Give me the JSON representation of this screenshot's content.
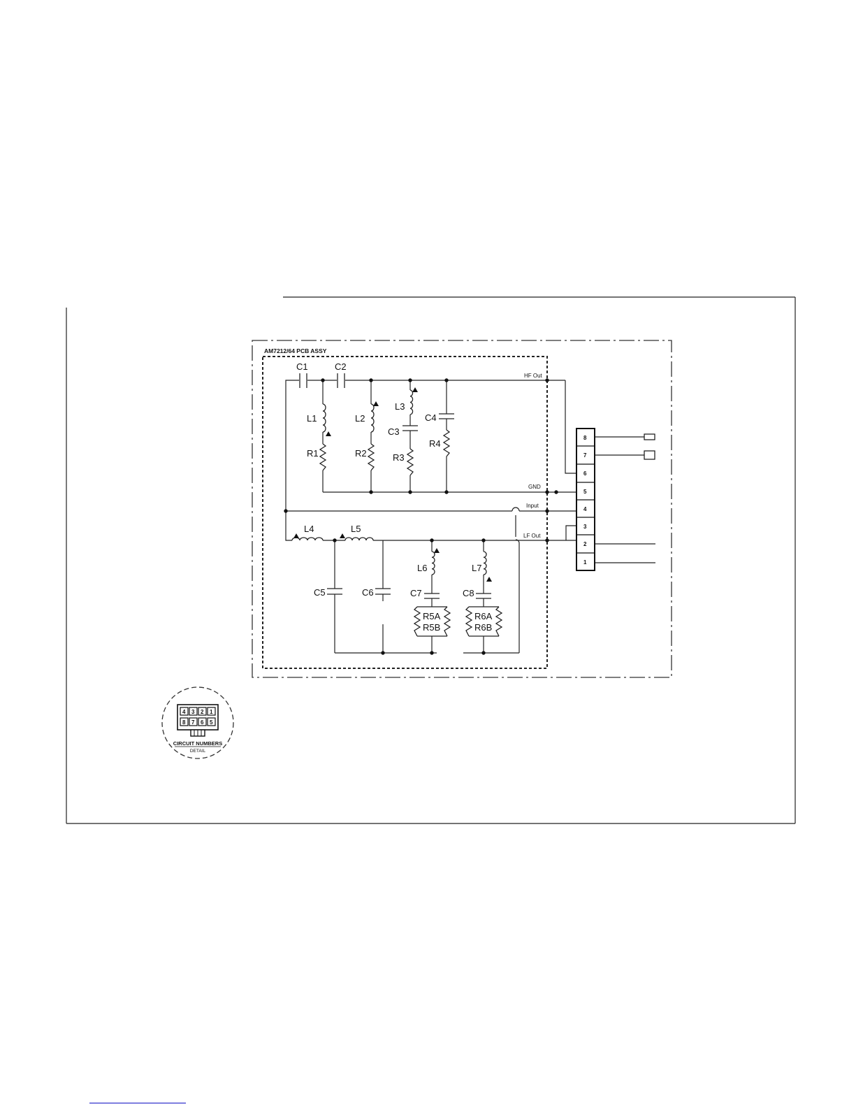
{
  "board": {
    "title": "AM7212/64 PCB ASSY"
  },
  "components": {
    "C1": "C1",
    "C2": "C2",
    "C3": "C3",
    "C4": "C4",
    "C5": "C5",
    "C6": "C6",
    "C7": "C7",
    "C8": "C8",
    "L1": "L1",
    "L2": "L2",
    "L3": "L3",
    "L4": "L4",
    "L5": "L5",
    "L6": "L6",
    "L7": "L7",
    "R1": "R1",
    "R2": "R2",
    "R3": "R3",
    "R4": "R4",
    "R5A": "R5A",
    "R5B": "R5B",
    "R6A": "R6A",
    "R6B": "R6B"
  },
  "nets": {
    "hf_out": "HF Out",
    "gnd": "GND",
    "input": "Input",
    "lf_out": "LF Out"
  },
  "connector": {
    "pins": [
      "8",
      "7",
      "6",
      "5",
      "4",
      "3",
      "2",
      "1"
    ]
  },
  "detail": {
    "label_line1": "CIRCUIT NUMBERS",
    "label_line2": "DETAIL",
    "top_pins": [
      "4",
      "3",
      "2",
      "1"
    ],
    "bottom_pins": [
      "8",
      "7",
      "6",
      "5"
    ]
  }
}
